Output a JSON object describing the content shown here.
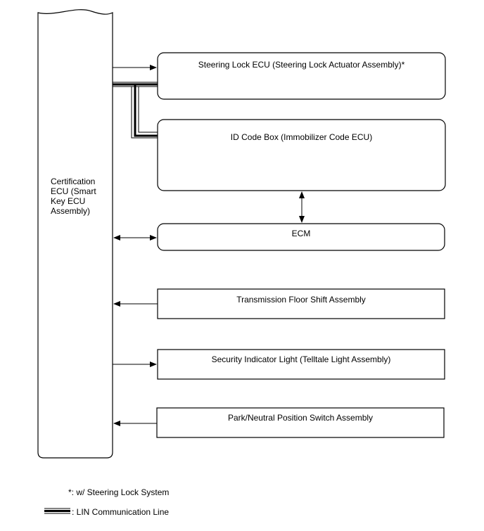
{
  "central_ecu": {
    "label": "Certification\nECU (Smart\nKey ECU\nAssembly)"
  },
  "components": {
    "steering_lock": {
      "label": "Steering Lock ECU (Steering Lock Actuator Assembly)*"
    },
    "id_code_box": {
      "label": "ID Code Box (Immobilizer Code ECU)"
    },
    "ecm": {
      "label": "ECM"
    },
    "transmission_floor_shift": {
      "label": "Transmission Floor Shift Assembly"
    },
    "security_indicator": {
      "label": "Security Indicator Light (Telltale Light Assembly)"
    },
    "park_neutral_switch": {
      "label": "Park/Neutral Position Switch Assembly"
    }
  },
  "legend": {
    "footnote": "*: w/ Steering Lock System",
    "lin_line": ": LIN Communication Line"
  }
}
